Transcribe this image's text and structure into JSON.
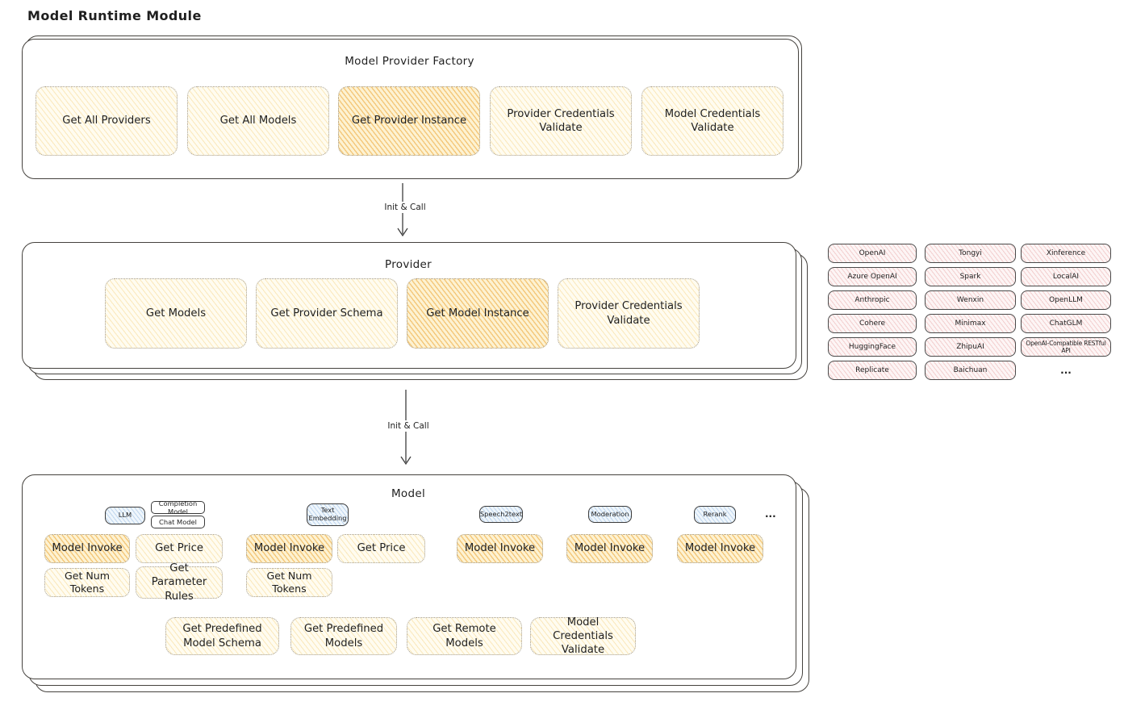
{
  "page_title": "Model Runtime Module",
  "colors": {
    "yellow_node": "#fdf6dd",
    "orange_highlight": "#f7dfab",
    "pink_chip": "#fbeeee",
    "blue_tag": "#e8f2fb",
    "ink": "#1f1f1f"
  },
  "factory": {
    "title": "Model Provider Factory",
    "items": [
      {
        "label": "Get All Providers",
        "highlight": false
      },
      {
        "label": "Get All Models",
        "highlight": false
      },
      {
        "label": "Get Provider Instance",
        "highlight": true
      },
      {
        "label": "Provider Credentials Validate",
        "highlight": false
      },
      {
        "label": "Model Credentials Validate",
        "highlight": false
      }
    ]
  },
  "arrows": [
    {
      "label": "Init & Call"
    },
    {
      "label": "Init & Call"
    }
  ],
  "provider": {
    "title": "Provider",
    "items": [
      {
        "label": "Get Models",
        "highlight": false
      },
      {
        "label": "Get Provider Schema",
        "highlight": false
      },
      {
        "label": "Get Model Instance",
        "highlight": true
      },
      {
        "label": "Provider Credentials Validate",
        "highlight": false
      }
    ]
  },
  "provider_catalog": {
    "columns": [
      {
        "items": [
          "OpenAI",
          "Azure OpenAI",
          "Anthropic",
          "Cohere",
          "HuggingFace",
          "Replicate"
        ]
      },
      {
        "items": [
          "Tongyi",
          "Spark",
          "Wenxin",
          "Minimax",
          "ZhipuAI",
          "Baichuan"
        ]
      },
      {
        "items": [
          "Xinference",
          "LocalAI",
          "OpenLLM",
          "ChatGLM",
          "OpenAI-Compatible RESTful API"
        ],
        "more": "..."
      }
    ]
  },
  "model": {
    "title": "Model",
    "more": "...",
    "types": [
      {
        "tag": "LLM",
        "subtags": [
          "Completion Model",
          "Chat Model"
        ],
        "buttons": [
          {
            "label": "Model Invoke",
            "highlight": true
          },
          {
            "label": "Get Price",
            "highlight": false
          },
          {
            "label": "Get Num Tokens",
            "highlight": false
          },
          {
            "label": "Get Parameter Rules",
            "highlight": false
          }
        ]
      },
      {
        "tag": "Text Embedding",
        "buttons": [
          {
            "label": "Model Invoke",
            "highlight": true
          },
          {
            "label": "Get Price",
            "highlight": false
          },
          {
            "label": "Get Num Tokens",
            "highlight": false
          }
        ]
      },
      {
        "tag": "Speech2text",
        "buttons": [
          {
            "label": "Model Invoke",
            "highlight": true
          }
        ]
      },
      {
        "tag": "Moderation",
        "buttons": [
          {
            "label": "Model Invoke",
            "highlight": true
          }
        ]
      },
      {
        "tag": "Rerank",
        "buttons": [
          {
            "label": "Model Invoke",
            "highlight": true
          }
        ]
      }
    ],
    "footer": [
      "Get Predefined Model Schema",
      "Get Predefined Models",
      "Get Remote Models",
      "Model Credentials Validate"
    ]
  }
}
